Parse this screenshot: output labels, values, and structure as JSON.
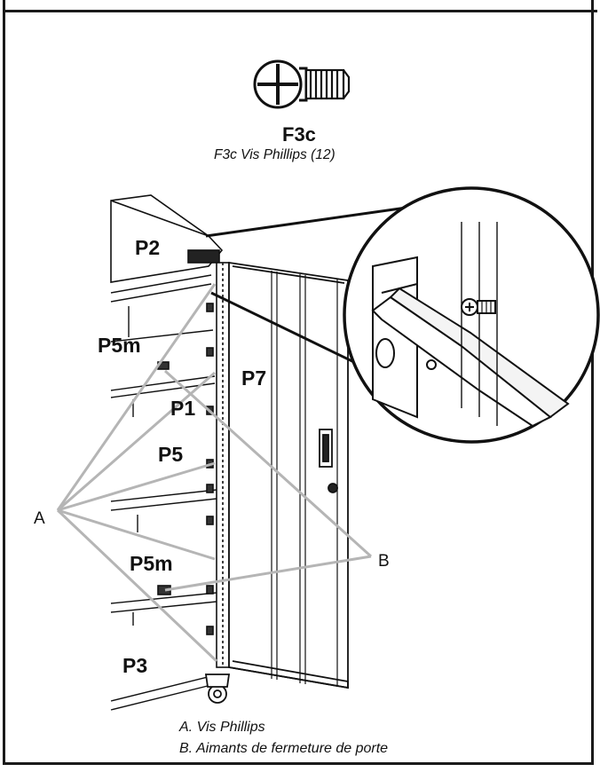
{
  "screw": {
    "code": "F3c",
    "caption": "F3c Vis Phillips (12)",
    "icon": "phillips-screw-icon"
  },
  "parts": {
    "p2": "P2",
    "p5m_top": "P5m",
    "p1": "P1",
    "p5": "P5",
    "p5m_bottom": "P5m",
    "p3": "P3",
    "p7": "P7"
  },
  "callouts": {
    "a": "A",
    "b": "B"
  },
  "legend": {
    "a": "A. Vis Phillips",
    "b": "B. Aimants de fermeture de porte"
  }
}
